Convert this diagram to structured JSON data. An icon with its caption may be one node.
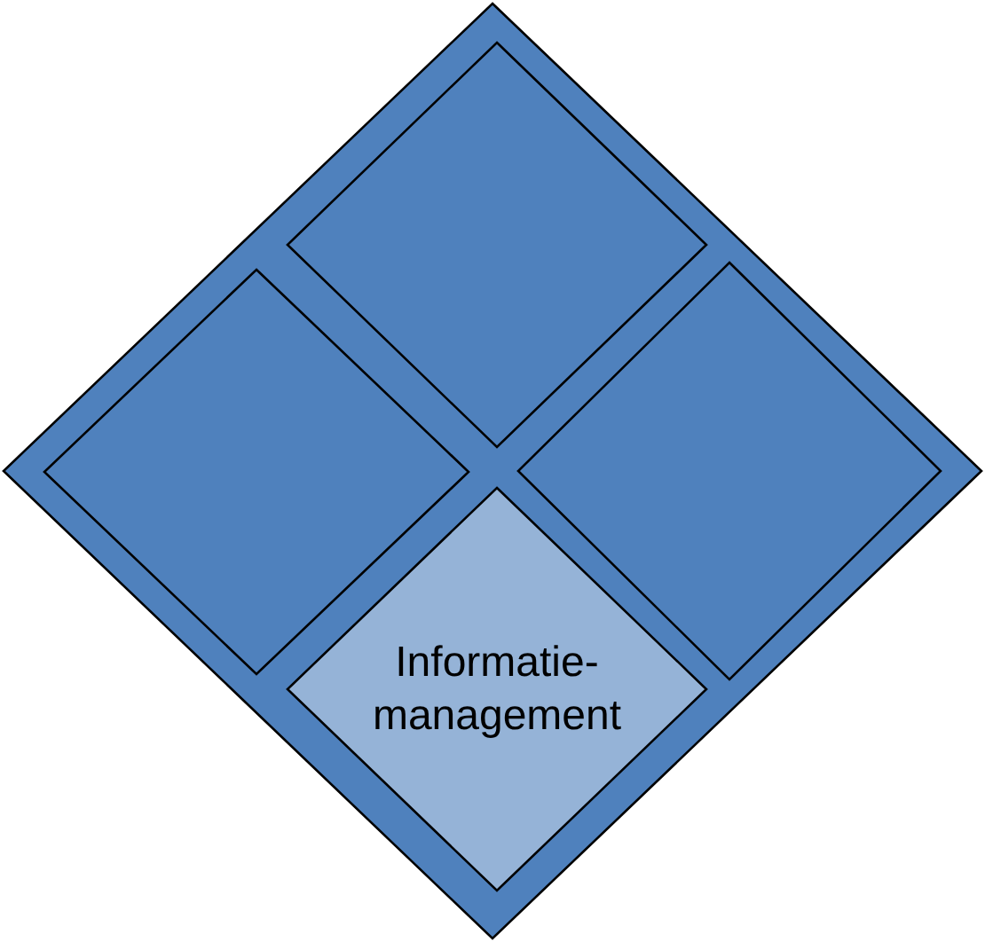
{
  "diagram": {
    "nodes": [
      {
        "text": [],
        "shape": "diamond"
      },
      {
        "text": [],
        "shape": "diamond",
        "in": 0
      },
      {
        "text": [],
        "shape": "diamond",
        "in": 0
      },
      {
        "text": [],
        "shape": "diamond",
        "in": 0
      },
      {
        "text": [
          "Informatie- management"
        ],
        "in": 0
      }
    ]
  }
}
